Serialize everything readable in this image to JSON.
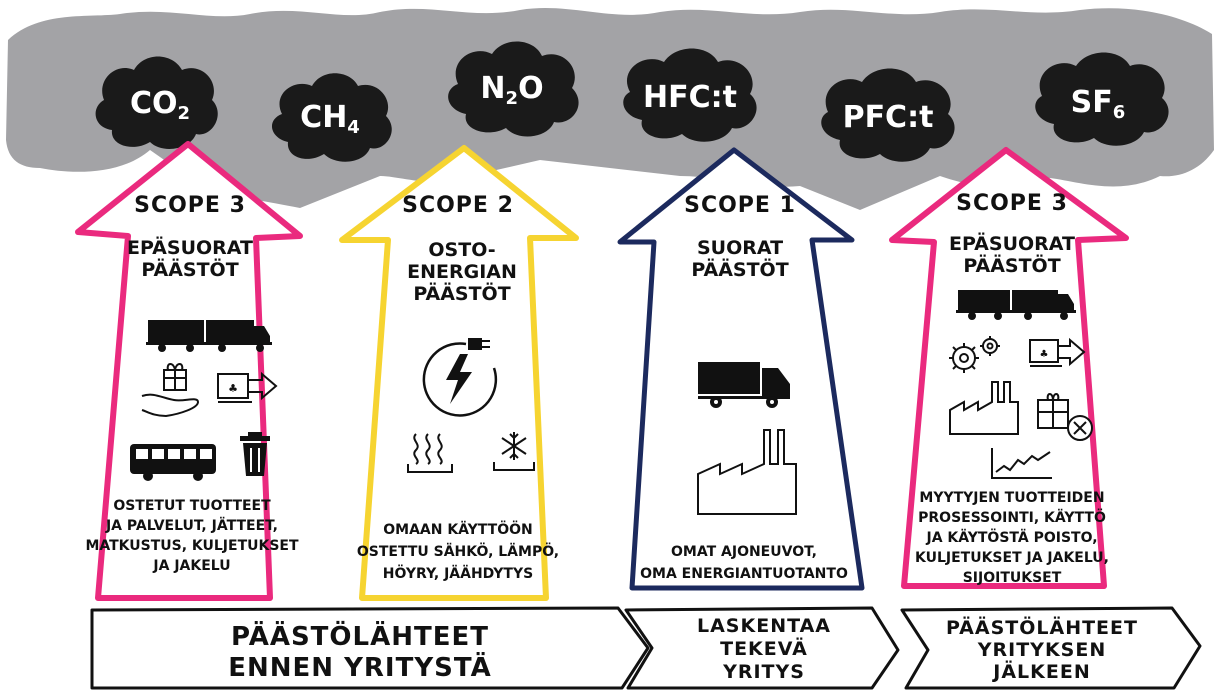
{
  "gases": [
    {
      "name": "CO",
      "sub": "2"
    },
    {
      "name": "CH",
      "sub": "4"
    },
    {
      "name": "N",
      "sub": "2",
      "tail": "O"
    },
    {
      "name": "HFC:t",
      "sub": ""
    },
    {
      "name": "PFC:t",
      "sub": ""
    },
    {
      "name": "SF",
      "sub": "6"
    }
  ],
  "arrows": [
    {
      "scope": "SCOPE 3",
      "heading": [
        "EPÄSUORAT",
        "PÄÄSTÖT"
      ],
      "description": [
        "OSTETUT TUOTTEET",
        "JA PALVELUT, JÄTTEET,",
        "MATKUSTUS, KULJETUKSET",
        "JA JAKELU"
      ],
      "color": "#ea2a7e",
      "icons": [
        "truck-trailer-icon",
        "gift-hand-icon",
        "delivery-box-icon",
        "bus-icon",
        "trash-bin-icon"
      ]
    },
    {
      "scope": "SCOPE 2",
      "heading": [
        "OSTO-",
        "ENERGIAN",
        "PÄÄSTÖT"
      ],
      "description": [
        "OMAAN KÄYTTÖÖN",
        "OSTETTU SÄHKÖ, LÄMPÖ,",
        "HÖYRY, JÄÄHDYTYS"
      ],
      "color": "#f6d431",
      "icons": [
        "electricity-plug-icon",
        "heat-icon",
        "snowflake-icon"
      ]
    },
    {
      "scope": "SCOPE 1",
      "heading": [
        "SUORAT",
        "PÄÄSTÖT"
      ],
      "description": [
        "OMAT AJONEUVOT,",
        "OMA ENERGIANTUOTANTO"
      ],
      "color": "#1c2a5e",
      "icons": [
        "truck-icon",
        "factory-icon"
      ]
    },
    {
      "scope": "SCOPE 3",
      "heading": [
        "EPÄSUORAT",
        "PÄÄSTÖT"
      ],
      "description": [
        "MYYTYJEN TUOTTEIDEN",
        "PROSESSOINTI, KÄYTTÖ",
        "JA KÄYTÖSTÄ POISTO,",
        "KULJETUKSET JA JAKELU,",
        "SIJOITUKSET"
      ],
      "color": "#ea2a7e",
      "icons": [
        "truck-trailer-icon",
        "gears-icon",
        "delivery-box-icon",
        "factory-icon",
        "package-cancel-icon",
        "investment-chart-icon"
      ]
    }
  ],
  "bands": [
    {
      "lines": [
        "PÄÄSTÖLÄHTEET",
        "ENNEN YRITYSTÄ"
      ]
    },
    {
      "lines": [
        "LASKENTAA",
        "TEKEVÄ",
        "YRITYS"
      ]
    },
    {
      "lines": [
        "PÄÄSTÖLÄHTEET",
        "YRITYKSEN",
        "JÄLKEEN"
      ]
    }
  ],
  "colors": {
    "cloud": "#a3a3a6",
    "gas_cloud": "#1a1a1a",
    "scope3": "#ea2a7e",
    "scope2": "#f6d431",
    "scope1": "#1c2a5e"
  }
}
